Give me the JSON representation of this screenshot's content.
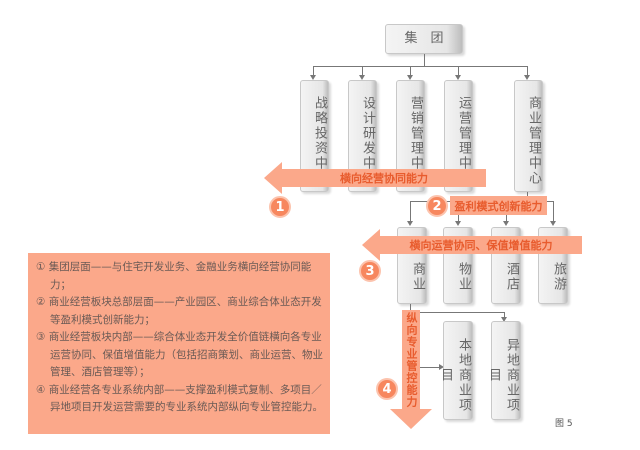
{
  "top": "集　团",
  "level2": [
    "战略投资中心",
    "设计研发中心",
    "营销管理中心",
    "运营管理中心",
    "商业管理中心"
  ],
  "level3": [
    "商业",
    "物业",
    "酒店",
    "旅游"
  ],
  "level4": [
    "本地商业项目",
    "异地商业项目"
  ],
  "arrows": {
    "a1": "横向经营协同能力",
    "a2": "盈利模式创新能力",
    "a3": "横向运营协同、保值增值能力",
    "a4": "纵向专业管控能力"
  },
  "markers": [
    "1",
    "2",
    "3",
    "4"
  ],
  "notes": [
    "① 集团层面——与住宅开发业务、金融业务横向经营协同能力；",
    "② 商业经营板块总部层面——产业园区、商业综合体业态开发等盈利模式创新能力；",
    "③ 商业经营板块内部——综合体业态开发全价值链横向各专业运营协同、保值增值能力（包括招商策划、商业运营、物业管理、酒店管理等）；",
    "④ 商业经营各专业系统内部——支撑盈利模式复制、多项目／异地项目开发运营需要的专业系统内部纵向专业管控能力。"
  ],
  "caption": "图 5",
  "colors": {
    "accent": "#fba88a",
    "accent_text": "#e85c2e",
    "marker": "#f7875e"
  }
}
